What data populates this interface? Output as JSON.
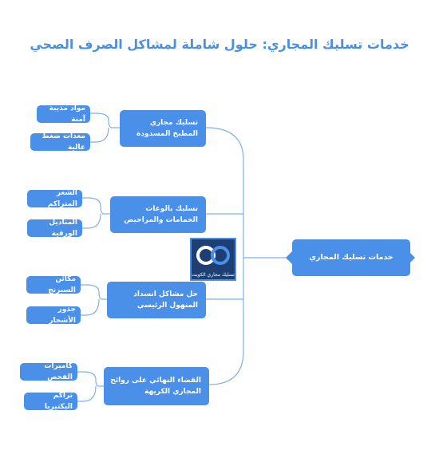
{
  "title": "خدمات تسليك المجاري: حلول شاملة لمشاكل الصرف الصحي",
  "root": "خدمات تسليك المجاري",
  "logo_text": "تسليك مجاري الكويت",
  "branches": [
    {
      "label": "تسليك مجاري المطبخ المسدودة",
      "leaves": [
        "مواد مذيبة آمنة",
        "معدات ضغط عالية"
      ]
    },
    {
      "label": "تسليك بالوعات الحمامات والمراحيض",
      "leaves": [
        "الشعر المتراكم",
        "المناديل الورقية"
      ]
    },
    {
      "label": "حل مشاكل انسداد المنهول الرئيسي",
      "leaves": [
        "مكائن السبرنج",
        "جذور الأشجار"
      ]
    },
    {
      "label": "القضاء النهائي على روائح المجاري الكريهة",
      "leaves": [
        "كاميرات الفحص",
        "تراكم البكتيريا"
      ]
    }
  ],
  "colors": {
    "node": "#4a8fe8",
    "title": "#4a8fe0",
    "line": "#7fb0ec",
    "logo_bg": "#1d3f73"
  }
}
